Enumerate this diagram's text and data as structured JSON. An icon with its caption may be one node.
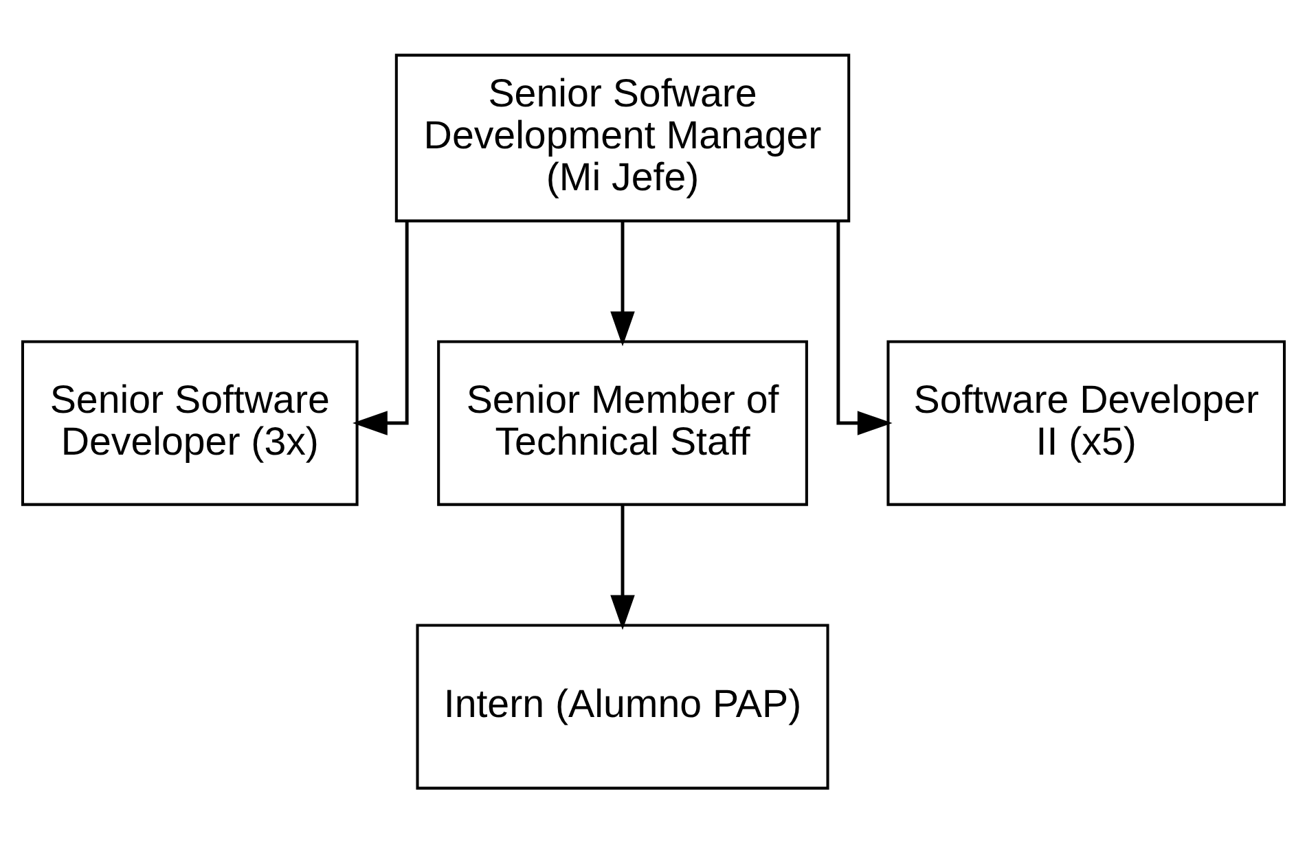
{
  "diagram": {
    "nodes": [
      {
        "text": [
          "Senior Sofware Development Manager (Mi Jefe)"
        ]
      },
      {
        "text": [
          "Senior Software Developer (3x)"
        ]
      },
      {
        "text": [
          "Senior Member of Technical Staff"
        ]
      },
      {
        "text": [
          "Software Developer II (x5)"
        ]
      },
      {
        "text": [
          "Intern (Alumno PAP)"
        ]
      }
    ],
    "edges": [
      {
        "from": 0,
        "to": 1,
        "arrow": "to"
      },
      {
        "from": 0,
        "to": 2,
        "arrow": "to"
      },
      {
        "from": 0,
        "to": 3,
        "arrow": "to"
      },
      {
        "from": 2,
        "to": 4,
        "arrow": "to"
      }
    ]
  }
}
